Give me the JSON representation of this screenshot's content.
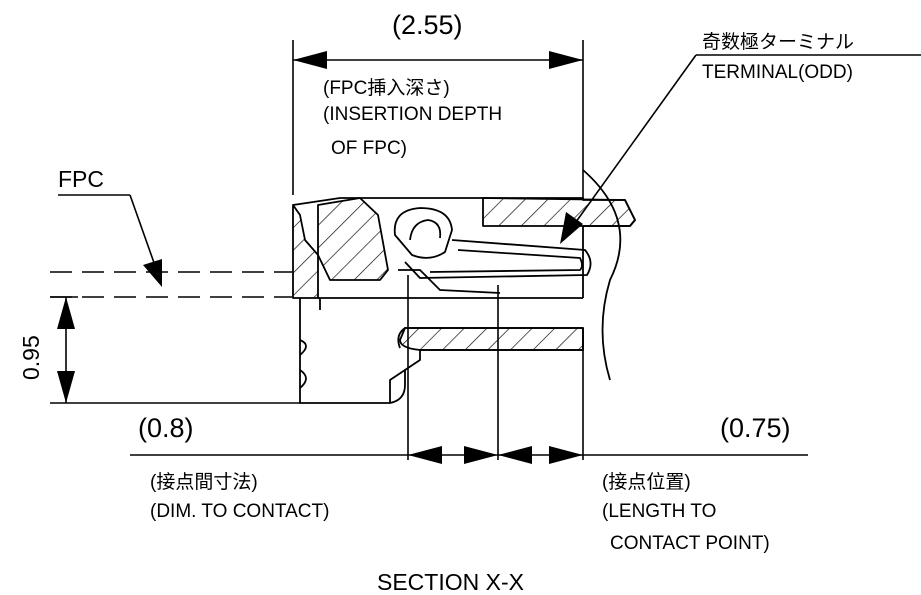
{
  "view_title": "SECTION X-X",
  "part_label": "FPC",
  "terminal_label": {
    "jp": "奇数極ターミナル",
    "en": "TERMINAL(ODD)"
  },
  "insertion_depth": {
    "value": "(2.55)",
    "jp": "(FPC挿入深さ)",
    "en_line1": "(INSERTION DEPTH",
    "en_line2": "OF FPC)"
  },
  "thickness_dim": {
    "value": "0.95"
  },
  "contact_dim": {
    "value": "(0.8)",
    "jp": "(接点間寸法)",
    "en": "(DIM. TO CONTACT)"
  },
  "contact_point_dim": {
    "value": "(0.75)",
    "jp": "(接点位置)",
    "en_line1": "(LENGTH TO",
    "en_line2": "CONTACT POINT)"
  },
  "colors": {
    "line": "#000000",
    "background": "#ffffff"
  }
}
